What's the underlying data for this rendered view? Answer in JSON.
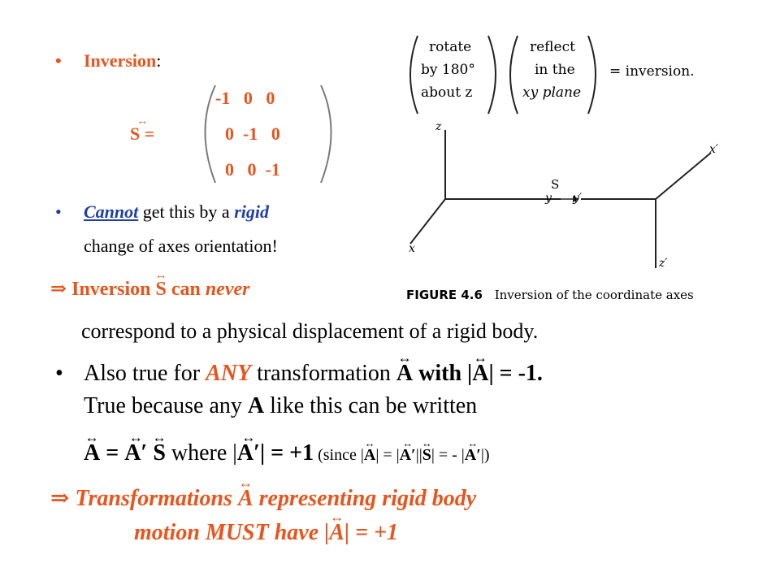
{
  "slide": {
    "bullet1": {
      "label": "Inversion",
      "colon": ":"
    },
    "matrix": {
      "lhs": "S =",
      "rows": [
        "-1   0   0",
        "0  -1   0",
        "0   0  -1"
      ]
    },
    "bullet2": {
      "cannot": "Cannot",
      "mid": " get this by a ",
      "rigid": "rigid",
      "line2": "change of axes orientation!"
    },
    "implies1": {
      "sym": "⇒",
      "a": " Inversion ",
      "S": "S",
      "b": " can ",
      "never": "never",
      "line2": "correspond to a physical displacement of a rigid body."
    },
    "bullet3": {
      "a": "Also true for ",
      "any": "ANY",
      "b": " transformation ",
      "A": "A",
      "c": " with |",
      "A2": "A",
      "d": "| = -1.",
      "line2a": "True because any ",
      "line2A": "A",
      "line2b": " like this can be written"
    },
    "equation": {
      "A": "A",
      "eq": " = ",
      "Ap": "A′",
      "sp": " ",
      "S": "S",
      "where": " where |",
      "Ap2": "A′",
      "plus": "| = +1",
      "since": " (since |",
      "A3": "A",
      "mid": "| = |",
      "Ap3": "A′",
      "bars": "||",
      "S3": "S",
      "neg": "| = - |",
      "Ap4": "A′",
      "end": "|)"
    },
    "implies2": {
      "sym": "⇒",
      "a": " Transformations ",
      "A": "A",
      "b": " representing rigid body",
      "line2a": "motion MUST have |",
      "A2": "A",
      "line2b": "| = +1"
    }
  },
  "figure": {
    "box1": [
      "rotate",
      "by 180°",
      "about z"
    ],
    "box2": [
      "reflect",
      "in the",
      "xy plane"
    ],
    "equals": "= inversion.",
    "labels": {
      "z": "z",
      "x": "x",
      "y": "y",
      "S": "S",
      "yp": "y′",
      "xp": "x′",
      "zp": "z′"
    },
    "caption_num": "FIGURE 4.6",
    "caption_text": "Inversion of the coordinate axes"
  }
}
